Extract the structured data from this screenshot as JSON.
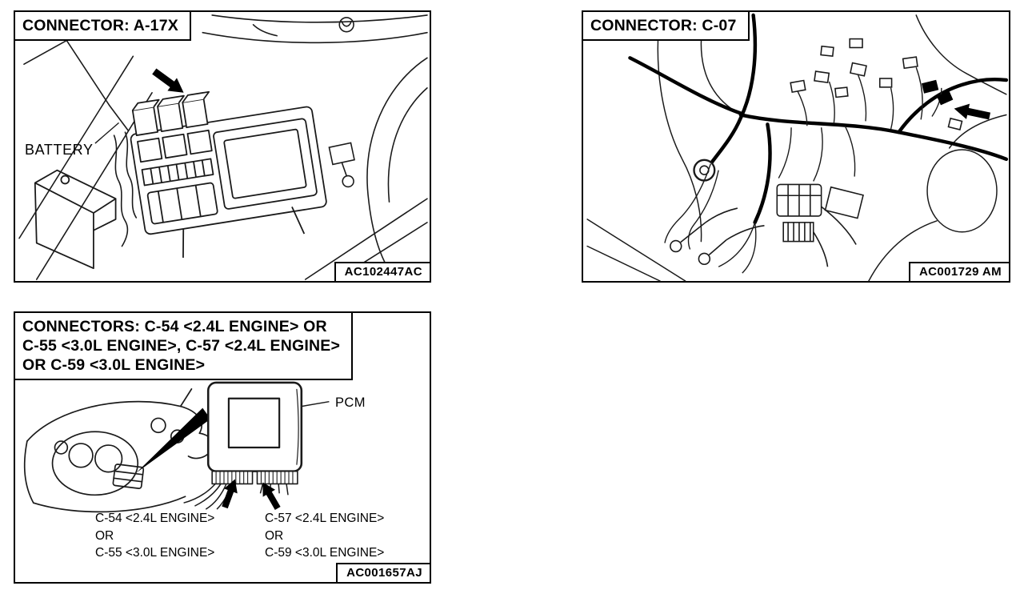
{
  "figures": {
    "a17x": {
      "title": "CONNECTOR: A-17X",
      "battery_label": "BATTERY",
      "ref_code": "AC102447AC"
    },
    "c07": {
      "title": "CONNECTOR: C-07",
      "ref_code": "AC001729 AM"
    },
    "pcm_connectors": {
      "title_lines": [
        "CONNECTORS: C-54 <2.4L ENGINE> OR",
        "C-55 <3.0L ENGINE>, C-57 <2.4L ENGINE>",
        "OR C-59 <3.0L ENGINE>"
      ],
      "pcm_label": "PCM",
      "left_connector_label_lines": [
        "C-54 <2.4L ENGINE>",
        "OR",
        "C-55 <3.0L ENGINE>"
      ],
      "right_connector_label_lines": [
        "C-57 <2.4L ENGINE>",
        "OR",
        "C-59 <3.0L ENGINE>"
      ],
      "ref_code": "AC001657AJ"
    }
  }
}
